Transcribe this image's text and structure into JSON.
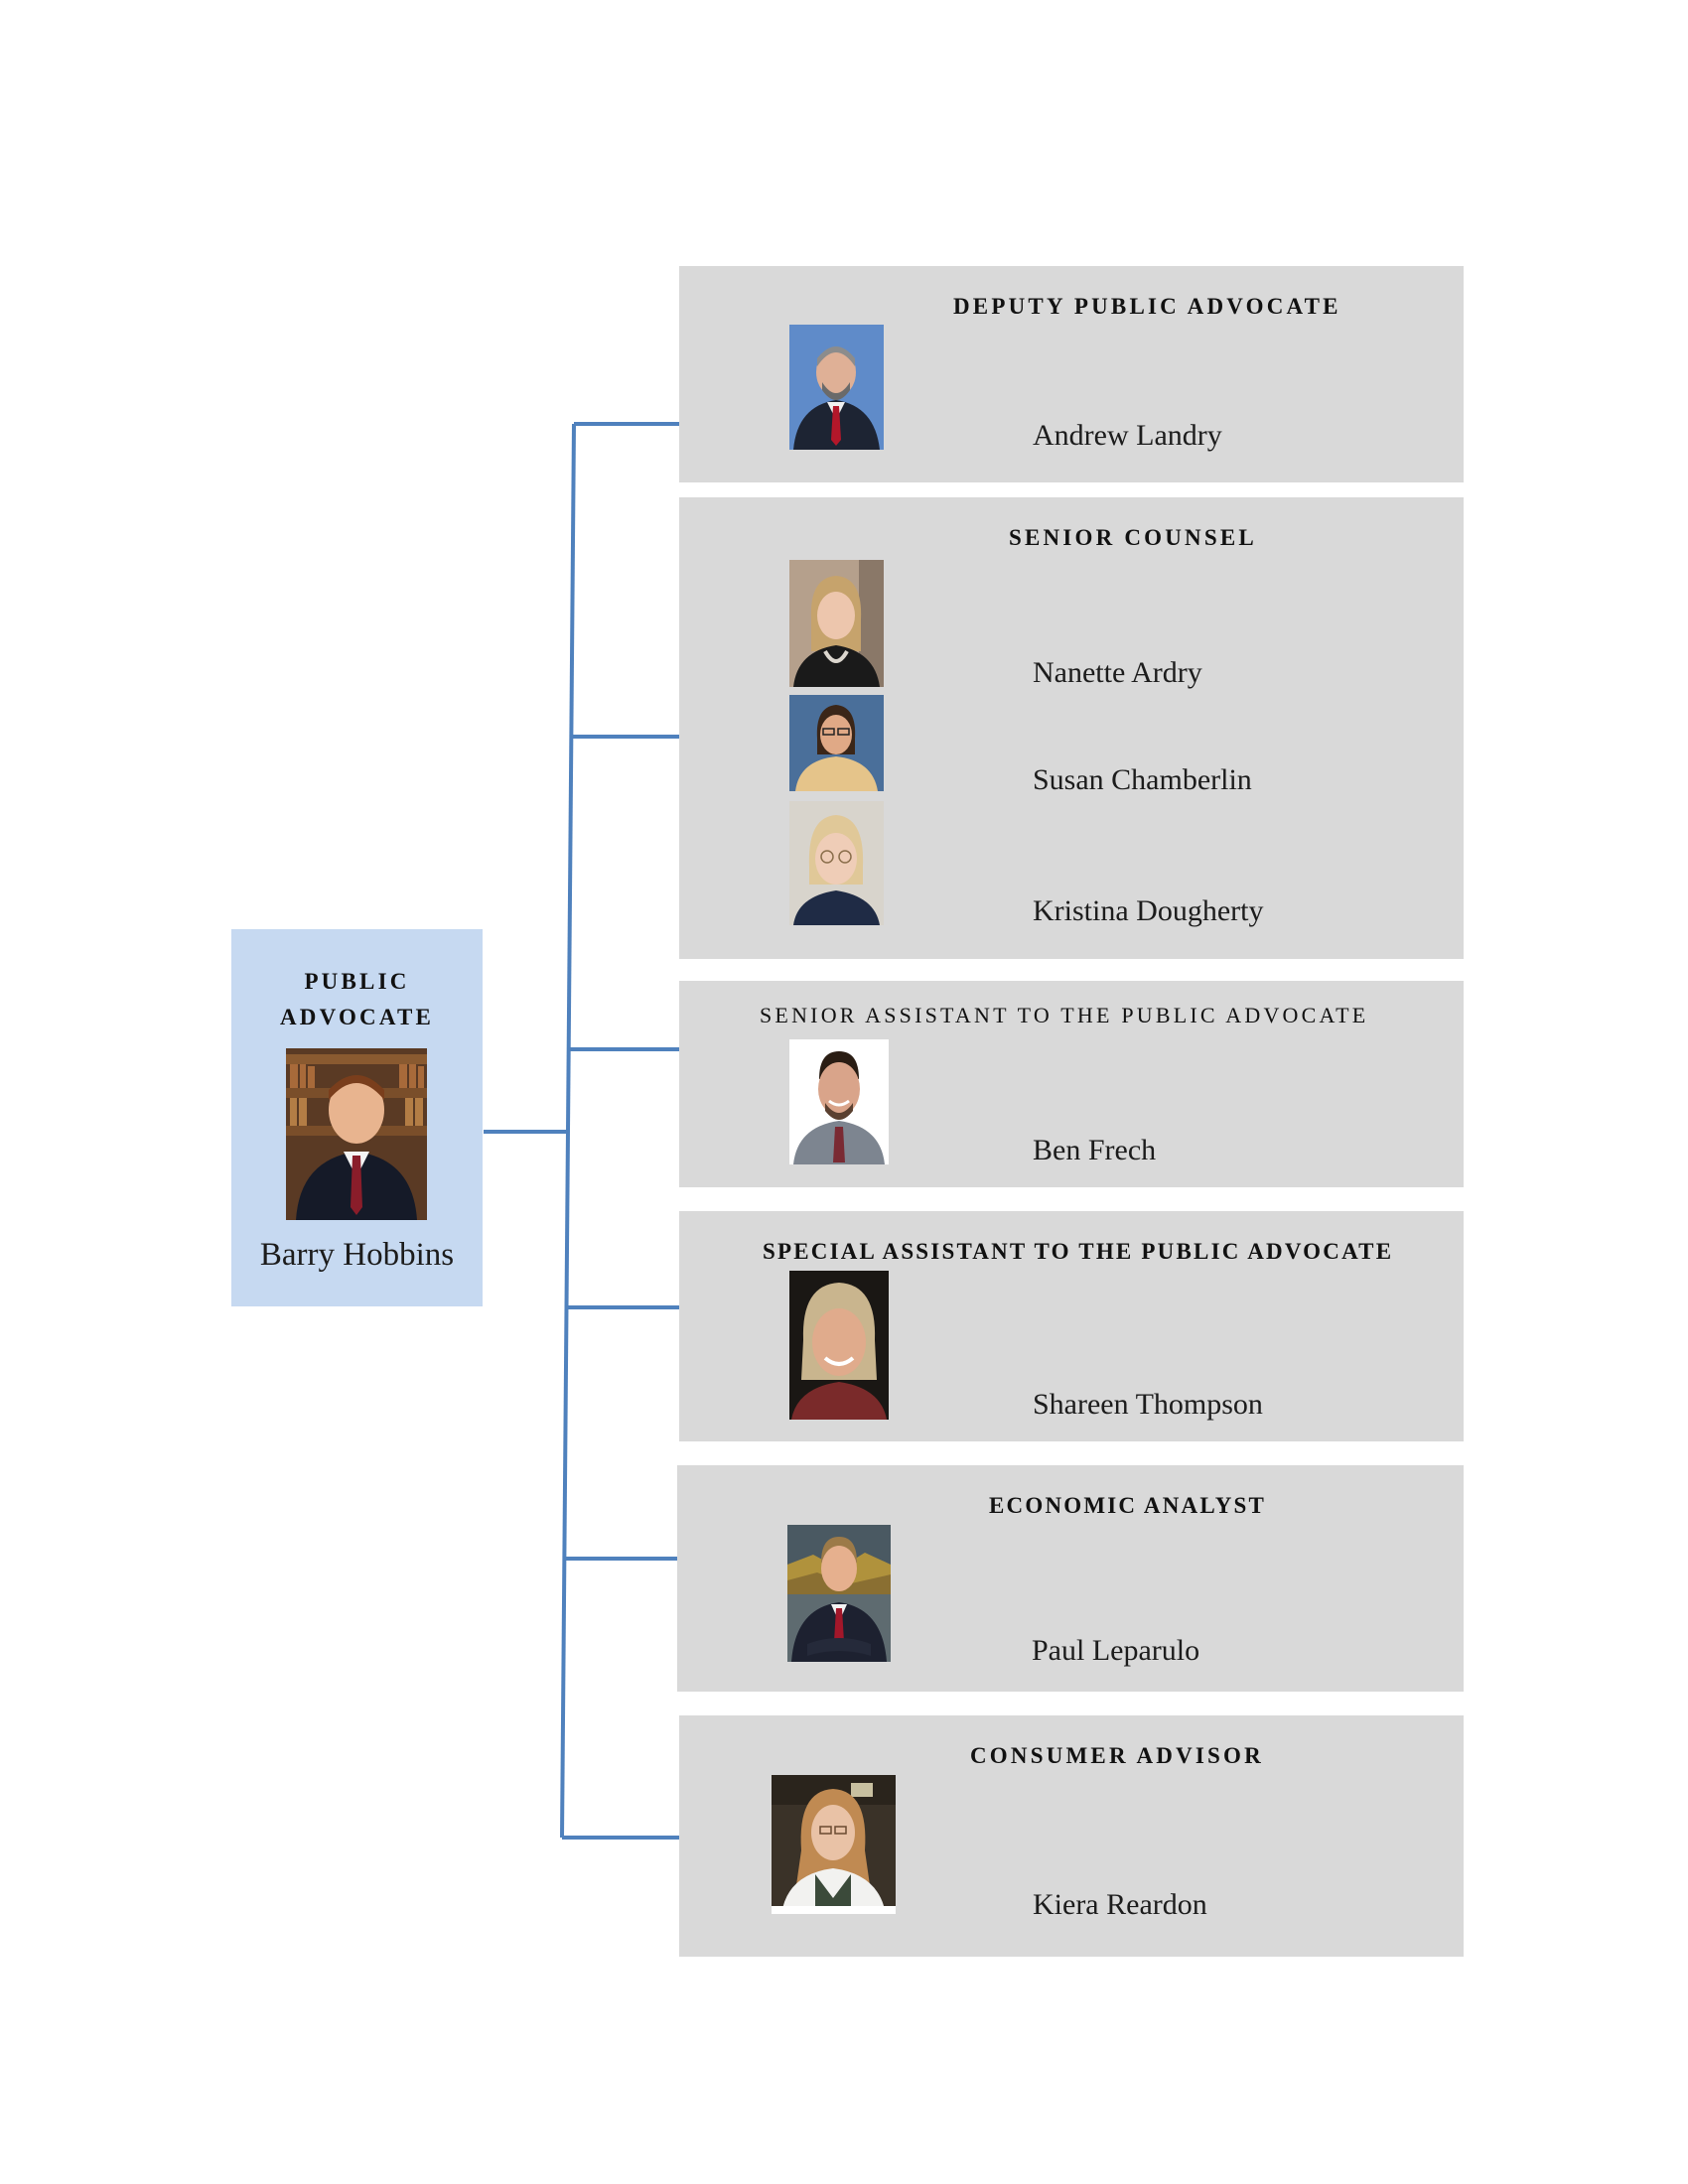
{
  "root": {
    "title_line1": "PUBLIC",
    "title_line2": "ADVOCATE",
    "name": "Barry Hobbins",
    "photo_icon": "portrait-man-icon"
  },
  "units": [
    {
      "title": "DEPUTY PUBLIC ADVOCATE",
      "names": [
        "Andrew Landry"
      ]
    },
    {
      "title": "SENIOR COUNSEL",
      "names": [
        "Nanette Ardry",
        "Susan Chamberlin",
        "Kristina Dougherty"
      ]
    },
    {
      "title": "SENIOR ASSISTANT TO THE PUBLIC ADVOCATE",
      "names": [
        "Ben Frech"
      ]
    },
    {
      "title": "SPECIAL ASSISTANT TO THE PUBLIC ADVOCATE",
      "names": [
        "Shareen Thompson"
      ]
    },
    {
      "title": "ECONOMIC ANALYST",
      "names": [
        "Paul Leparulo"
      ]
    },
    {
      "title": "CONSUMER ADVISOR",
      "names": [
        "Kiera Reardon"
      ]
    }
  ],
  "colors": {
    "connector": "#4f81bd",
    "unit_box": "#d9d9d9",
    "root_box": "#c6d9f1"
  }
}
